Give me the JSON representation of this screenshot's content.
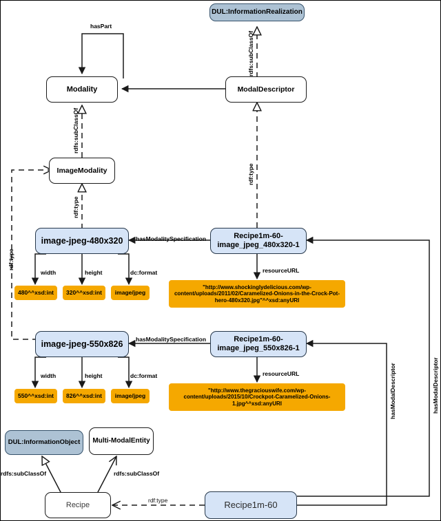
{
  "diagram": {
    "title": "Multi-modal recipe ontology RDF graph",
    "colors": {
      "class_node_fill": "#ffffff",
      "instance_node_fill": "#d6e4f7",
      "external_class_fill": "#adc2d4",
      "literal_fill": "#f5a800",
      "stroke": "#1a1a1a"
    },
    "nodes": [
      {
        "id": "dul-information-realization",
        "label": "DUL:InformationRealization",
        "kind": "external-class"
      },
      {
        "id": "modality",
        "label": "Modality",
        "kind": "class"
      },
      {
        "id": "modal-descriptor",
        "label": "ModalDescriptor",
        "kind": "class"
      },
      {
        "id": "image-modality",
        "label": "ImageModality",
        "kind": "class"
      },
      {
        "id": "image-jpeg-480x320",
        "label": "image-jpeg-480x320",
        "kind": "instance"
      },
      {
        "id": "recipe1m-60-image-jpeg-480x320-1",
        "label_line1": "Recipe1m-60-",
        "label_line2": "image_jpeg_480x320-1",
        "kind": "instance"
      },
      {
        "id": "image-jpeg-550x826",
        "label": "image-jpeg-550x826",
        "kind": "instance"
      },
      {
        "id": "recipe1m-60-image-jpeg-550x826-1",
        "label_line1": "Recipe1m-60-",
        "label_line2": "image_jpeg_550x826-1",
        "kind": "instance"
      },
      {
        "id": "dul-information-object",
        "label": "DUL:InformationObject",
        "kind": "external-class"
      },
      {
        "id": "multi-modal-entity",
        "label": "Multi-ModalEntity",
        "kind": "class"
      },
      {
        "id": "recipe",
        "label": "Recipe",
        "kind": "class"
      },
      {
        "id": "recipe1m-60",
        "label": "Recipe1m-60",
        "kind": "instance"
      }
    ],
    "literals": [
      {
        "id": "width-480",
        "label": "480^^xsd:int"
      },
      {
        "id": "height-320",
        "label": "320^^xsd:int"
      },
      {
        "id": "format-480",
        "label": "image/jpeg"
      },
      {
        "id": "width-550",
        "label": "550^^xsd:int"
      },
      {
        "id": "height-826",
        "label": "826^^xsd:int"
      },
      {
        "id": "format-550",
        "label": "image/jpeg"
      },
      {
        "id": "resource-url-480",
        "label": "\"http://www.shockinglydelicious.com/wp-content/uploads/2011/02/Caramelized-Onions-in-the-Crock-Pot-hero-480x320.jpg\"^^xsd:anyURI"
      },
      {
        "id": "resource-url-550",
        "label": "\"http://www.thegraciouswife.com/wp-content/uploads/2015/10/Crockpot-Caramelized-Onions-1.jpg^^xsd:anyURI"
      }
    ],
    "edges": [
      {
        "id": "haspart",
        "label": "hasPart"
      },
      {
        "id": "subclassof-modal-descriptor",
        "label": "rdfs:subClassOf"
      },
      {
        "id": "subclassof-image-modality",
        "label": "rdfs:subClassOf"
      },
      {
        "id": "rdftype-modality-left",
        "label": "rdf:type"
      },
      {
        "id": "rdftype-image-modality",
        "label": "rdf:type"
      },
      {
        "id": "rdftype-modal-descriptor",
        "label": "rdf:type"
      },
      {
        "id": "hasmodalityspecification-480",
        "label": "hasModalitySpecification"
      },
      {
        "id": "hasmodalityspecification-550",
        "label": "hasModalitySpecification"
      },
      {
        "id": "width-480-label",
        "label": "width"
      },
      {
        "id": "height-480-label",
        "label": "height"
      },
      {
        "id": "dcformat-480-label",
        "label": "dc:format"
      },
      {
        "id": "width-550-label",
        "label": "width"
      },
      {
        "id": "height-550-label",
        "label": "height"
      },
      {
        "id": "dcformat-550-label",
        "label": "dc:format"
      },
      {
        "id": "resourceurl-480-label",
        "label": "resourceURL"
      },
      {
        "id": "resourceurl-550-label",
        "label": "resourceURL"
      },
      {
        "id": "hasmodaldescriptor-480",
        "label": "hasModalDescriptor"
      },
      {
        "id": "hasmodaldescriptor-550",
        "label": "hasModalDescriptor"
      },
      {
        "id": "subclassof-recipe-info-object",
        "label": "rdfs:subClassOf"
      },
      {
        "id": "subclassof-recipe-mme",
        "label": "rdfs:subClassOf"
      },
      {
        "id": "rdftype-recipe",
        "label": "rdf:type"
      }
    ]
  }
}
